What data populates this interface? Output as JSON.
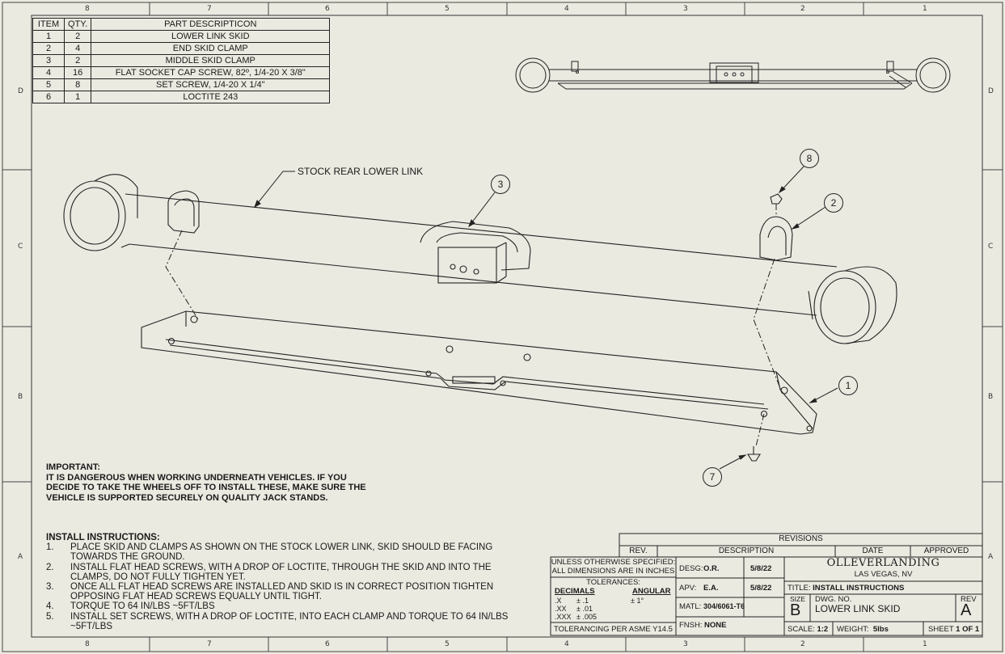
{
  "zones": {
    "top": [
      "8",
      "7",
      "6",
      "5",
      "4",
      "3",
      "2",
      "1"
    ],
    "side": [
      "D",
      "C",
      "B",
      "A"
    ]
  },
  "bom": {
    "headers": [
      "ITEM",
      "QTY.",
      "PART DESCRIPTICON"
    ],
    "rows": [
      [
        "1",
        "2",
        "LOWER LINK SKID"
      ],
      [
        "2",
        "4",
        "END SKID CLAMP"
      ],
      [
        "3",
        "2",
        "MIDDLE SKID CLAMP"
      ],
      [
        "4",
        "16",
        "FLAT SOCKET CAP SCREW, 82º, 1/4-20 X 3/8\""
      ],
      [
        "5",
        "8",
        "SET SCREW, 1/4-20 X 1/4\""
      ],
      [
        "6",
        "1",
        "LOCTITE 243"
      ]
    ]
  },
  "callout_label": "STOCK REAR LOWER LINK",
  "balloons": [
    "8",
    "3",
    "2",
    "1",
    "7"
  ],
  "important": {
    "heading": "IMPORTANT:",
    "lines": [
      "IT IS DANGEROUS WHEN WORKING UNDERNEATH VEHICLES. IF YOU",
      "DECIDE TO TAKE THE WHEELS OFF TO INSTALL THESE, MAKE SURE THE",
      "VEHICLE IS SUPPORTED SECURELY ON QUALITY JACK STANDS."
    ]
  },
  "install": {
    "heading": "INSTALL INSTRUCTIONS:",
    "steps": [
      {
        "num": "1.",
        "lines": [
          "PLACE SKID AND CLAMPS AS SHOWN ON THE STOCK LOWER LINK, SKID SHOULD BE FACING",
          "TOWARDS THE GROUND."
        ]
      },
      {
        "num": "2.",
        "lines": [
          "INSTALL FLAT HEAD SCREWS, WITH A DROP OF LOCTITE, THROUGH THE SKID AND INTO THE",
          "CLAMPS, DO NOT FULLY TIGHTEN YET."
        ]
      },
      {
        "num": "3.",
        "lines": [
          "ONCE ALL FLAT HEAD SCREWS ARE INSTALLED AND SKID IS IN CORRECT POSITION TIGHTEN",
          "OPPOSING FLAT HEAD SCREWS EQUALLY UNTIL TIGHT."
        ]
      },
      {
        "num": "4.",
        "lines": [
          "TORQUE TO 64 IN/LBS ~5FT/LBS"
        ]
      },
      {
        "num": "5.",
        "lines": [
          "INSTALL SET SCREWS, WITH A DROP OF LOCTITE, INTO EACH CLAMP AND TORQUE TO 64 IN/LBS",
          "~5FT/LBS"
        ]
      }
    ]
  },
  "revisions": {
    "title": "REVISIONS",
    "headers": [
      "REV.",
      "DESCRIPTION",
      "DATE",
      "APPROVED"
    ]
  },
  "title_block": {
    "unless1": "UNLESS OTHERWISE SPECIFIED:",
    "unless2": "ALL DIMENSIONS ARE IN INCHES",
    "tolerances": "TOLERANCES:",
    "decimals": "DECIMALS",
    "angular": "ANGULAR",
    "tol_x": ".X",
    "tol_x_val": "± .1",
    "tol_xx": ".XX",
    "tol_xx_val": "± .01",
    "tol_xxx": ".XXX",
    "tol_xxx_val": "± .005",
    "tol_ang": "± 1°",
    "asme": "TOLERANCING PER ASME Y14.5",
    "desg_label": "DESG:",
    "desg_val": "O.R.",
    "desg_date": "5/8/22",
    "apv_label": "APV:",
    "apv_val": "E.A.",
    "apv_date": "5/8/22",
    "matl_label": "MATL:",
    "matl_val": "304/6061-T6",
    "fnsh_label": "FNSH:",
    "fnsh_val": "NONE",
    "company": "OLLEVERLANDING",
    "location": "LAS VEGAS, NV",
    "title_label": "TITLE:",
    "title_val": "INSTALL INSTRUCTIONS",
    "size_label": "SIZE",
    "size_val": "B",
    "dwg_label": "DWG.  NO.",
    "dwg_val": "LOWER LINK SKID",
    "rev_label": "REV",
    "rev_val": "A",
    "scale_label": "SCALE:",
    "scale_val": "1:2",
    "weight_label": "WEIGHT:",
    "weight_val": "5lbs",
    "sheet_label": "SHEET",
    "sheet_val": "1 OF 1"
  }
}
